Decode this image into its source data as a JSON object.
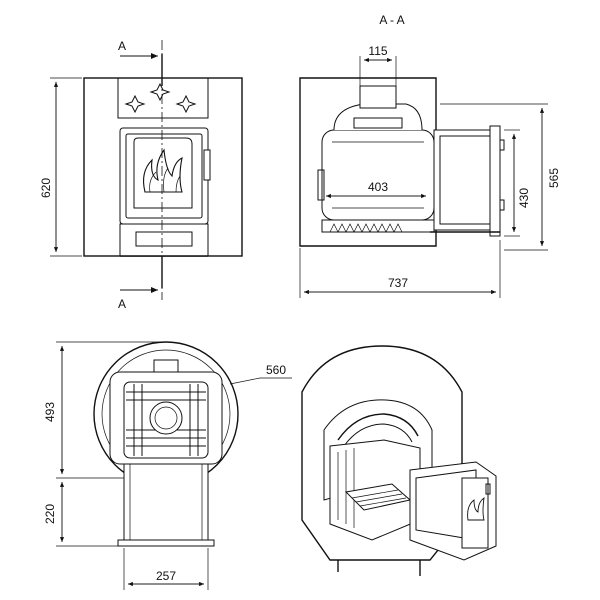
{
  "section_label": "A - A",
  "section_mark": "A",
  "dimensions": {
    "front_height": "620",
    "chimney_width": "115",
    "firebox_depth": "403",
    "door_height": "430",
    "side_height": "565",
    "total_length": "737",
    "top_diameter": "560",
    "top_depth": "493",
    "tunnel_length": "220",
    "tunnel_width": "257"
  }
}
